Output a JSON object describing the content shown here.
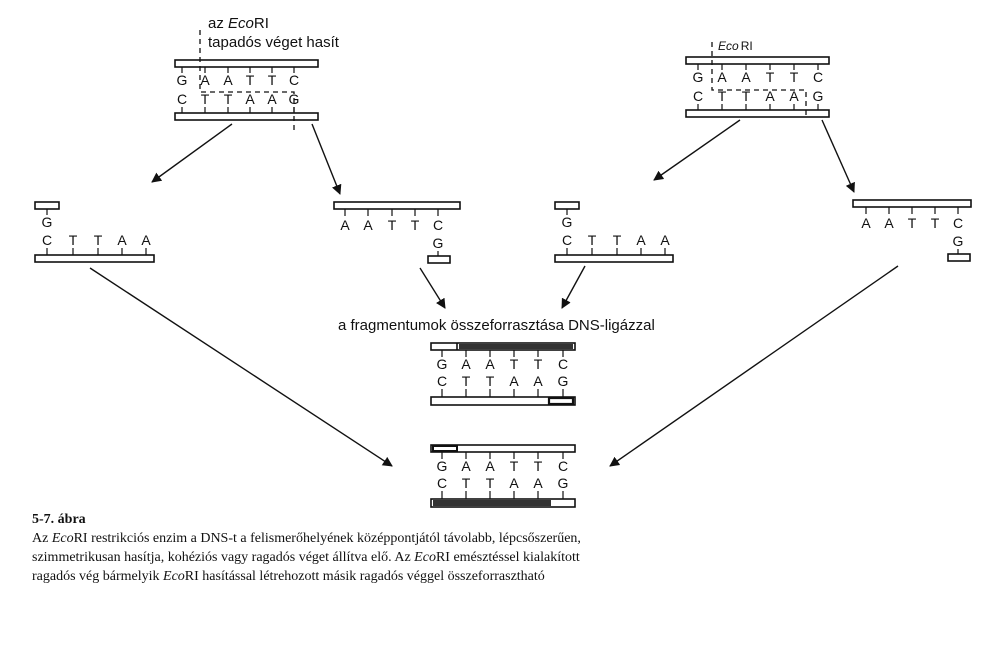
{
  "labels": {
    "cut_note_prefix": "az ",
    "cut_note_enzyme": "Eco",
    "cut_note_suffix": "RI",
    "cut_note_line2": "tapadós véget hasít",
    "site_enzyme": "Eco",
    "site_suffix": "RI",
    "ligation": "a fragmentumok összeforrasztása DNS-ligázzal"
  },
  "sequence": {
    "top": [
      "G",
      "A",
      "A",
      "T",
      "T",
      "C"
    ],
    "bottom": [
      "C",
      "T",
      "T",
      "A",
      "A",
      "G"
    ]
  },
  "caption": {
    "fig_number": "5-7. ábra",
    "line1_a": "Az ",
    "line1_b": "Eco",
    "line1_c": "RI restrikciós enzim a DNS-t a felismerőhelyének középpontjától távolabb, lépcsőszerűen,",
    "line2": "szimmetrikusan hasítja, kohéziós vagy ragadós véget állítva elő. Az ",
    "line2_b": "Eco",
    "line2_c": "RI emésztéssel kialakított",
    "line3_a": "ragadós vég bármelyik ",
    "line3_b": "Eco",
    "line3_c": "RI hasítással létrehozott másik ragadós véggel összeforrasztható"
  }
}
